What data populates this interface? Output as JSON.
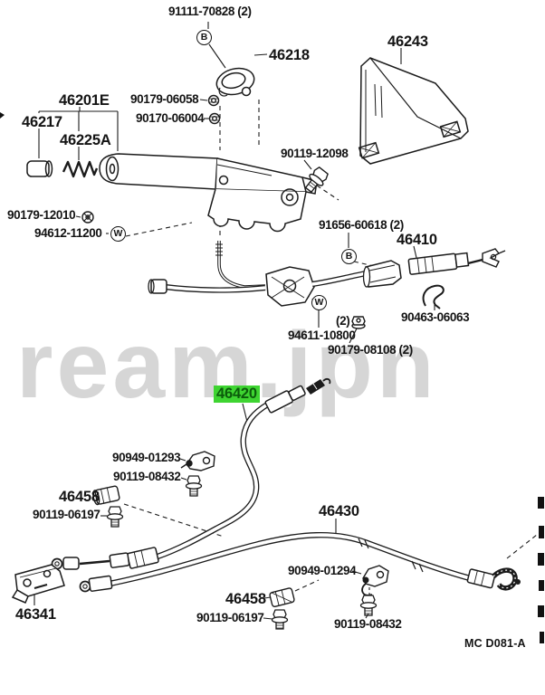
{
  "diagram": {
    "watermark": "ream.jpn",
    "diagram_code": "MC D081-A",
    "highlighted_part": "46420",
    "highlight_bg_color": "#3ed431",
    "highlight_text_color": "#0b5c0b",
    "line_color": "#1b1b1b"
  },
  "labels": {
    "p91111_70828": "91111-70828 (2)",
    "p46218": "46218",
    "p46243": "46243",
    "p46201E": "46201E",
    "p90179_06058": "90179-06058",
    "p46217": "46217",
    "p90170_06004": "90170-06004",
    "p46225A": "46225A",
    "p90119_12098": "90119-12098",
    "p90179_12010": "90179-12010",
    "p94612_11200": "94612-11200",
    "p91656_60618": "91656-60618 (2)",
    "p46410": "46410",
    "p90463_06063": "90463-06063",
    "p94611_10800": "94611-10800",
    "qty2": "(2)",
    "p90179_08108": "90179-08108 (2)",
    "p46420": "46420",
    "p90949_01293": "90949-01293",
    "p90119_08432": "90119-08432",
    "p46458": "46458",
    "p90119_06197": "90119-06197",
    "p46430": "46430",
    "p90949_01294": "90949-01294",
    "p46341": "46341"
  },
  "symbols": {
    "bolt": "B",
    "washer": "W"
  }
}
